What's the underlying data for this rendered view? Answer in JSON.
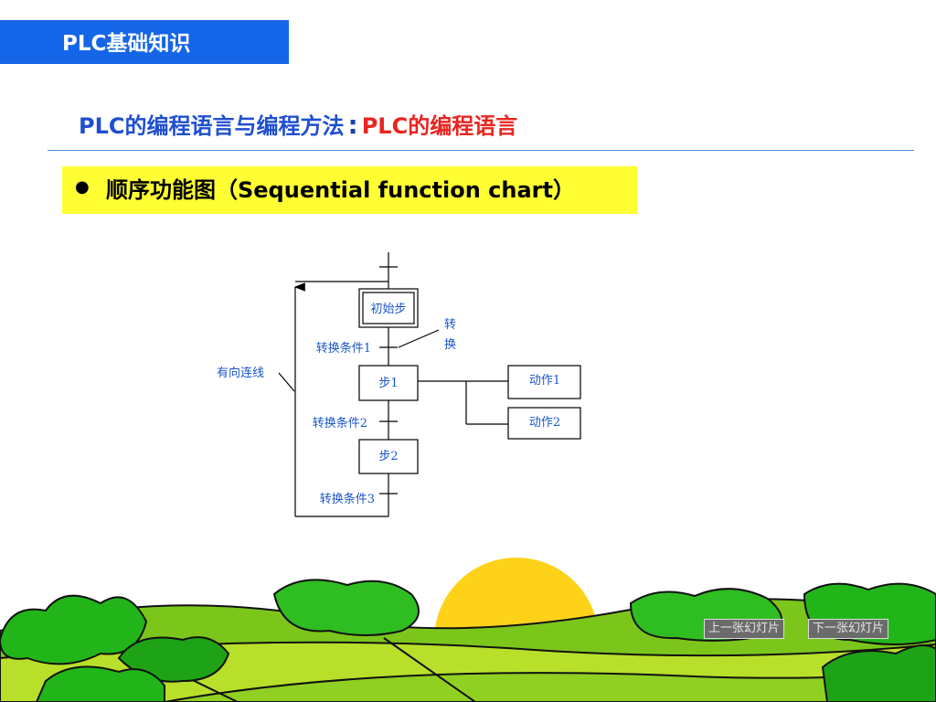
{
  "header": {
    "title": "PLC基础知识"
  },
  "heading": {
    "part1": "PLC的编程语言与编程方法",
    "separator": ":",
    "part2": "PLC的编程语言"
  },
  "bullet": {
    "text": "顺序功能图（Sequential function chart）"
  },
  "diagram": {
    "initial_step": "初始步",
    "step1": "步1",
    "step2": "步2",
    "condition1": "转换条件1",
    "condition2": "转换条件2",
    "condition3": "转换条件3",
    "transition_callout": [
      "转",
      "换"
    ],
    "directed_line_label": "有向连线",
    "action1": "动作1",
    "action2": "动作2"
  },
  "nav": {
    "prev": "上一张幻灯片",
    "next": "下一张幻灯片"
  },
  "colors": {
    "header_bg": "#1565e8",
    "heading_blue": "#1f4fd1",
    "heading_red": "#e8251f",
    "highlight": "#ffff33",
    "label_blue": "#1a56c8"
  }
}
